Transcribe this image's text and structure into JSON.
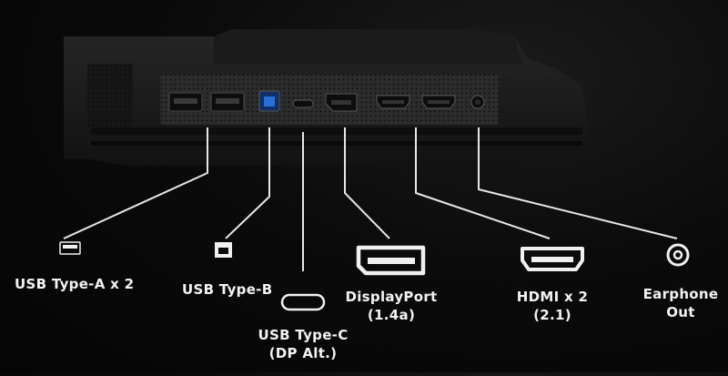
{
  "ports": [
    {
      "key": "usb_a",
      "label": "USB Type-A x 2",
      "icon": "usb-type-a-icon"
    },
    {
      "key": "usb_b",
      "label": "USB Type-B",
      "icon": "usb-type-b-icon"
    },
    {
      "key": "usb_c",
      "label_line1": "USB Type-C",
      "label_line2": "(DP Alt.)",
      "icon": "usb-type-c-icon"
    },
    {
      "key": "displayport",
      "label_line1": "DisplayPort",
      "label_line2": "(1.4a)",
      "icon": "displayport-icon"
    },
    {
      "key": "hdmi",
      "label_line1": "HDMI x 2",
      "label_line2": "(2.1)",
      "icon": "hdmi-icon"
    },
    {
      "key": "earphone",
      "label_line1": "Earphone",
      "label_line2": "Out",
      "icon": "earphone-jack-icon"
    }
  ],
  "colors": {
    "background": "#080808",
    "monitor_body": "#1e1e1e",
    "panel": "#2a2a2a",
    "line": "#e8e8e8",
    "usb_b_accent": "#2a6fd6"
  }
}
